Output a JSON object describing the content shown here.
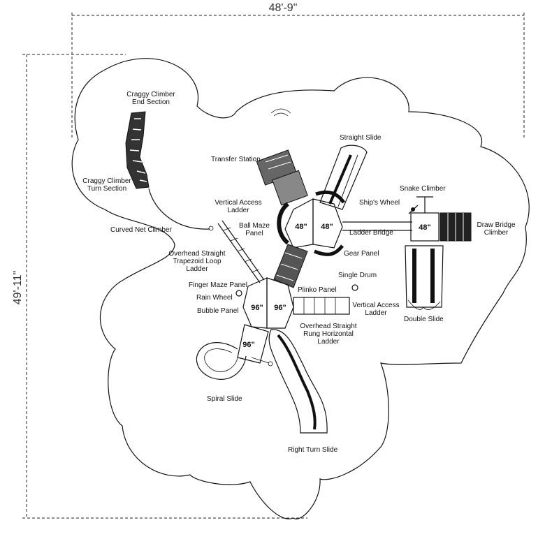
{
  "dimensions": {
    "width": "48'-9\"",
    "height": "49'-11\""
  },
  "decks": {
    "d1": "48\"",
    "d2": "48\"",
    "d3": "48\"",
    "d4": "96\"",
    "d5": "96\"",
    "d6": "96\""
  },
  "components": {
    "craggy_end": [
      "Craggy Climber",
      "End Section"
    ],
    "craggy_turn": [
      "Craggy Climber",
      "Turn Section"
    ],
    "curved_net": [
      "Curved Net Climber"
    ],
    "transfer_station": [
      "Transfer Station"
    ],
    "straight_slide": [
      "Straight Slide"
    ],
    "snake_climber": [
      "Snake Climber"
    ],
    "ships_wheel": [
      "Ship's Wheel"
    ],
    "draw_bridge": [
      "Draw Bridge",
      "Climber"
    ],
    "vertical_ladder_top": [
      "Vertical Access",
      "Ladder"
    ],
    "ball_maze": [
      "Ball Maze",
      "Panel"
    ],
    "ladder_bridge": [
      "Ladder Bridge"
    ],
    "overhead_trapezoid": [
      "Overhead Straight",
      "Trapezoid Loop",
      "Ladder"
    ],
    "gear_panel": [
      "Gear Panel"
    ],
    "single_drum": [
      "Single Drum"
    ],
    "finger_maze": [
      "Finger Maze Panel"
    ],
    "plinko": [
      "Plinko Panel"
    ],
    "rain_wheel": [
      "Rain Wheel"
    ],
    "bubble_panel": [
      "Bubble Panel"
    ],
    "vertical_ladder_right": [
      "Vertical Access",
      "Ladder"
    ],
    "overhead_rung": [
      "Overhead Straight",
      "Rung Horizontal",
      "Ladder"
    ],
    "double_slide": [
      "Double Slide"
    ],
    "spiral_slide": [
      "Spiral Slide"
    ],
    "right_turn_slide": [
      "Right Turn Slide"
    ]
  }
}
